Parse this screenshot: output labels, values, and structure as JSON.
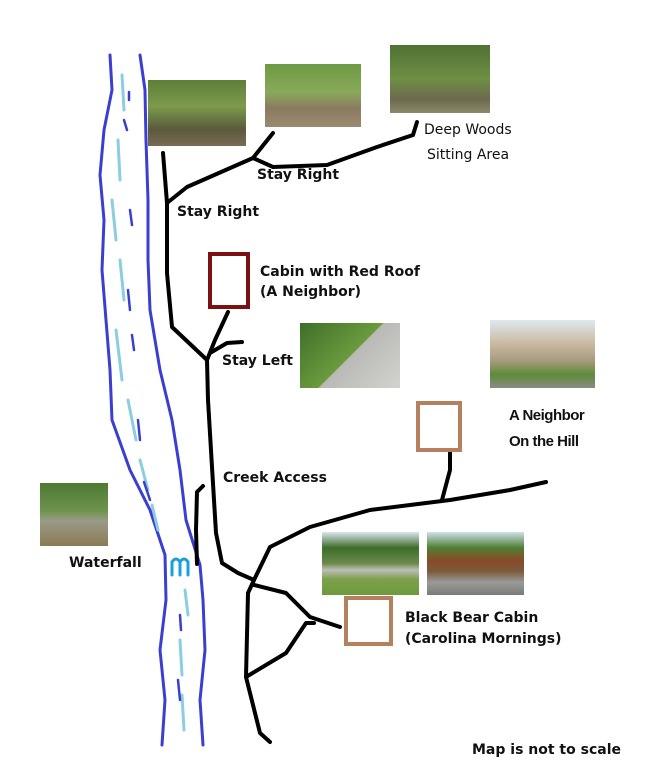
{
  "labels": {
    "deep_woods_line1": "Deep Woods",
    "deep_woods_line2": "Sitting Area",
    "stay_right_upper": "Stay Right",
    "stay_right_lower": "Stay Right",
    "red_roof_line1": "Cabin with Red Roof",
    "red_roof_line2": "(A Neighbor)",
    "stay_left": "Stay Left",
    "hill_neighbor_line1": "A Neighbor",
    "hill_neighbor_line2": "On the Hill",
    "creek_access": "Creek Access",
    "waterfall": "Waterfall",
    "black_bear_line1": "Black Bear Cabin",
    "black_bear_line2": "(Carolina Mornings)",
    "scale_note": "Map is not to scale"
  },
  "colors": {
    "trail": "#000000",
    "river_bank": "#3a3fd0",
    "river_water": "#8ccde0",
    "waterfall": "#1aa0d8",
    "red_roof_cabin": "#7b1113",
    "cabin": "#b5805d"
  }
}
